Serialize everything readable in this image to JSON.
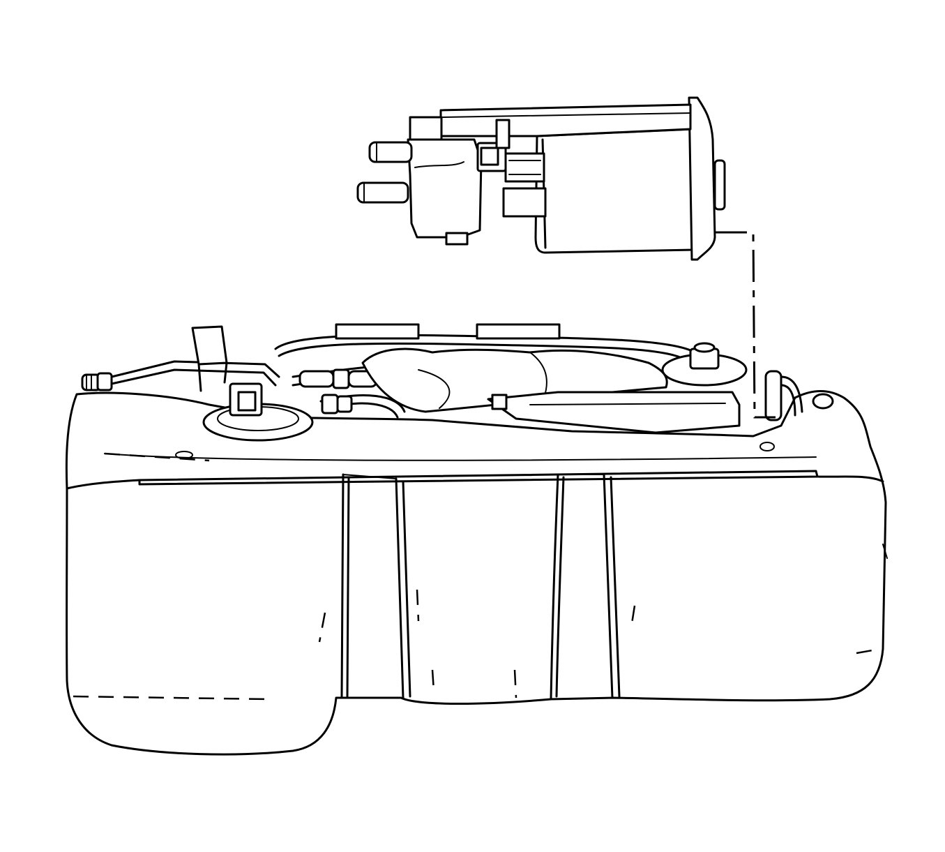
{
  "figure": {
    "kind": "exploded-view-line-drawing",
    "components": [
      "fuel-tank",
      "evap-canister"
    ],
    "background": "#ffffff",
    "line_color": "#000000"
  }
}
